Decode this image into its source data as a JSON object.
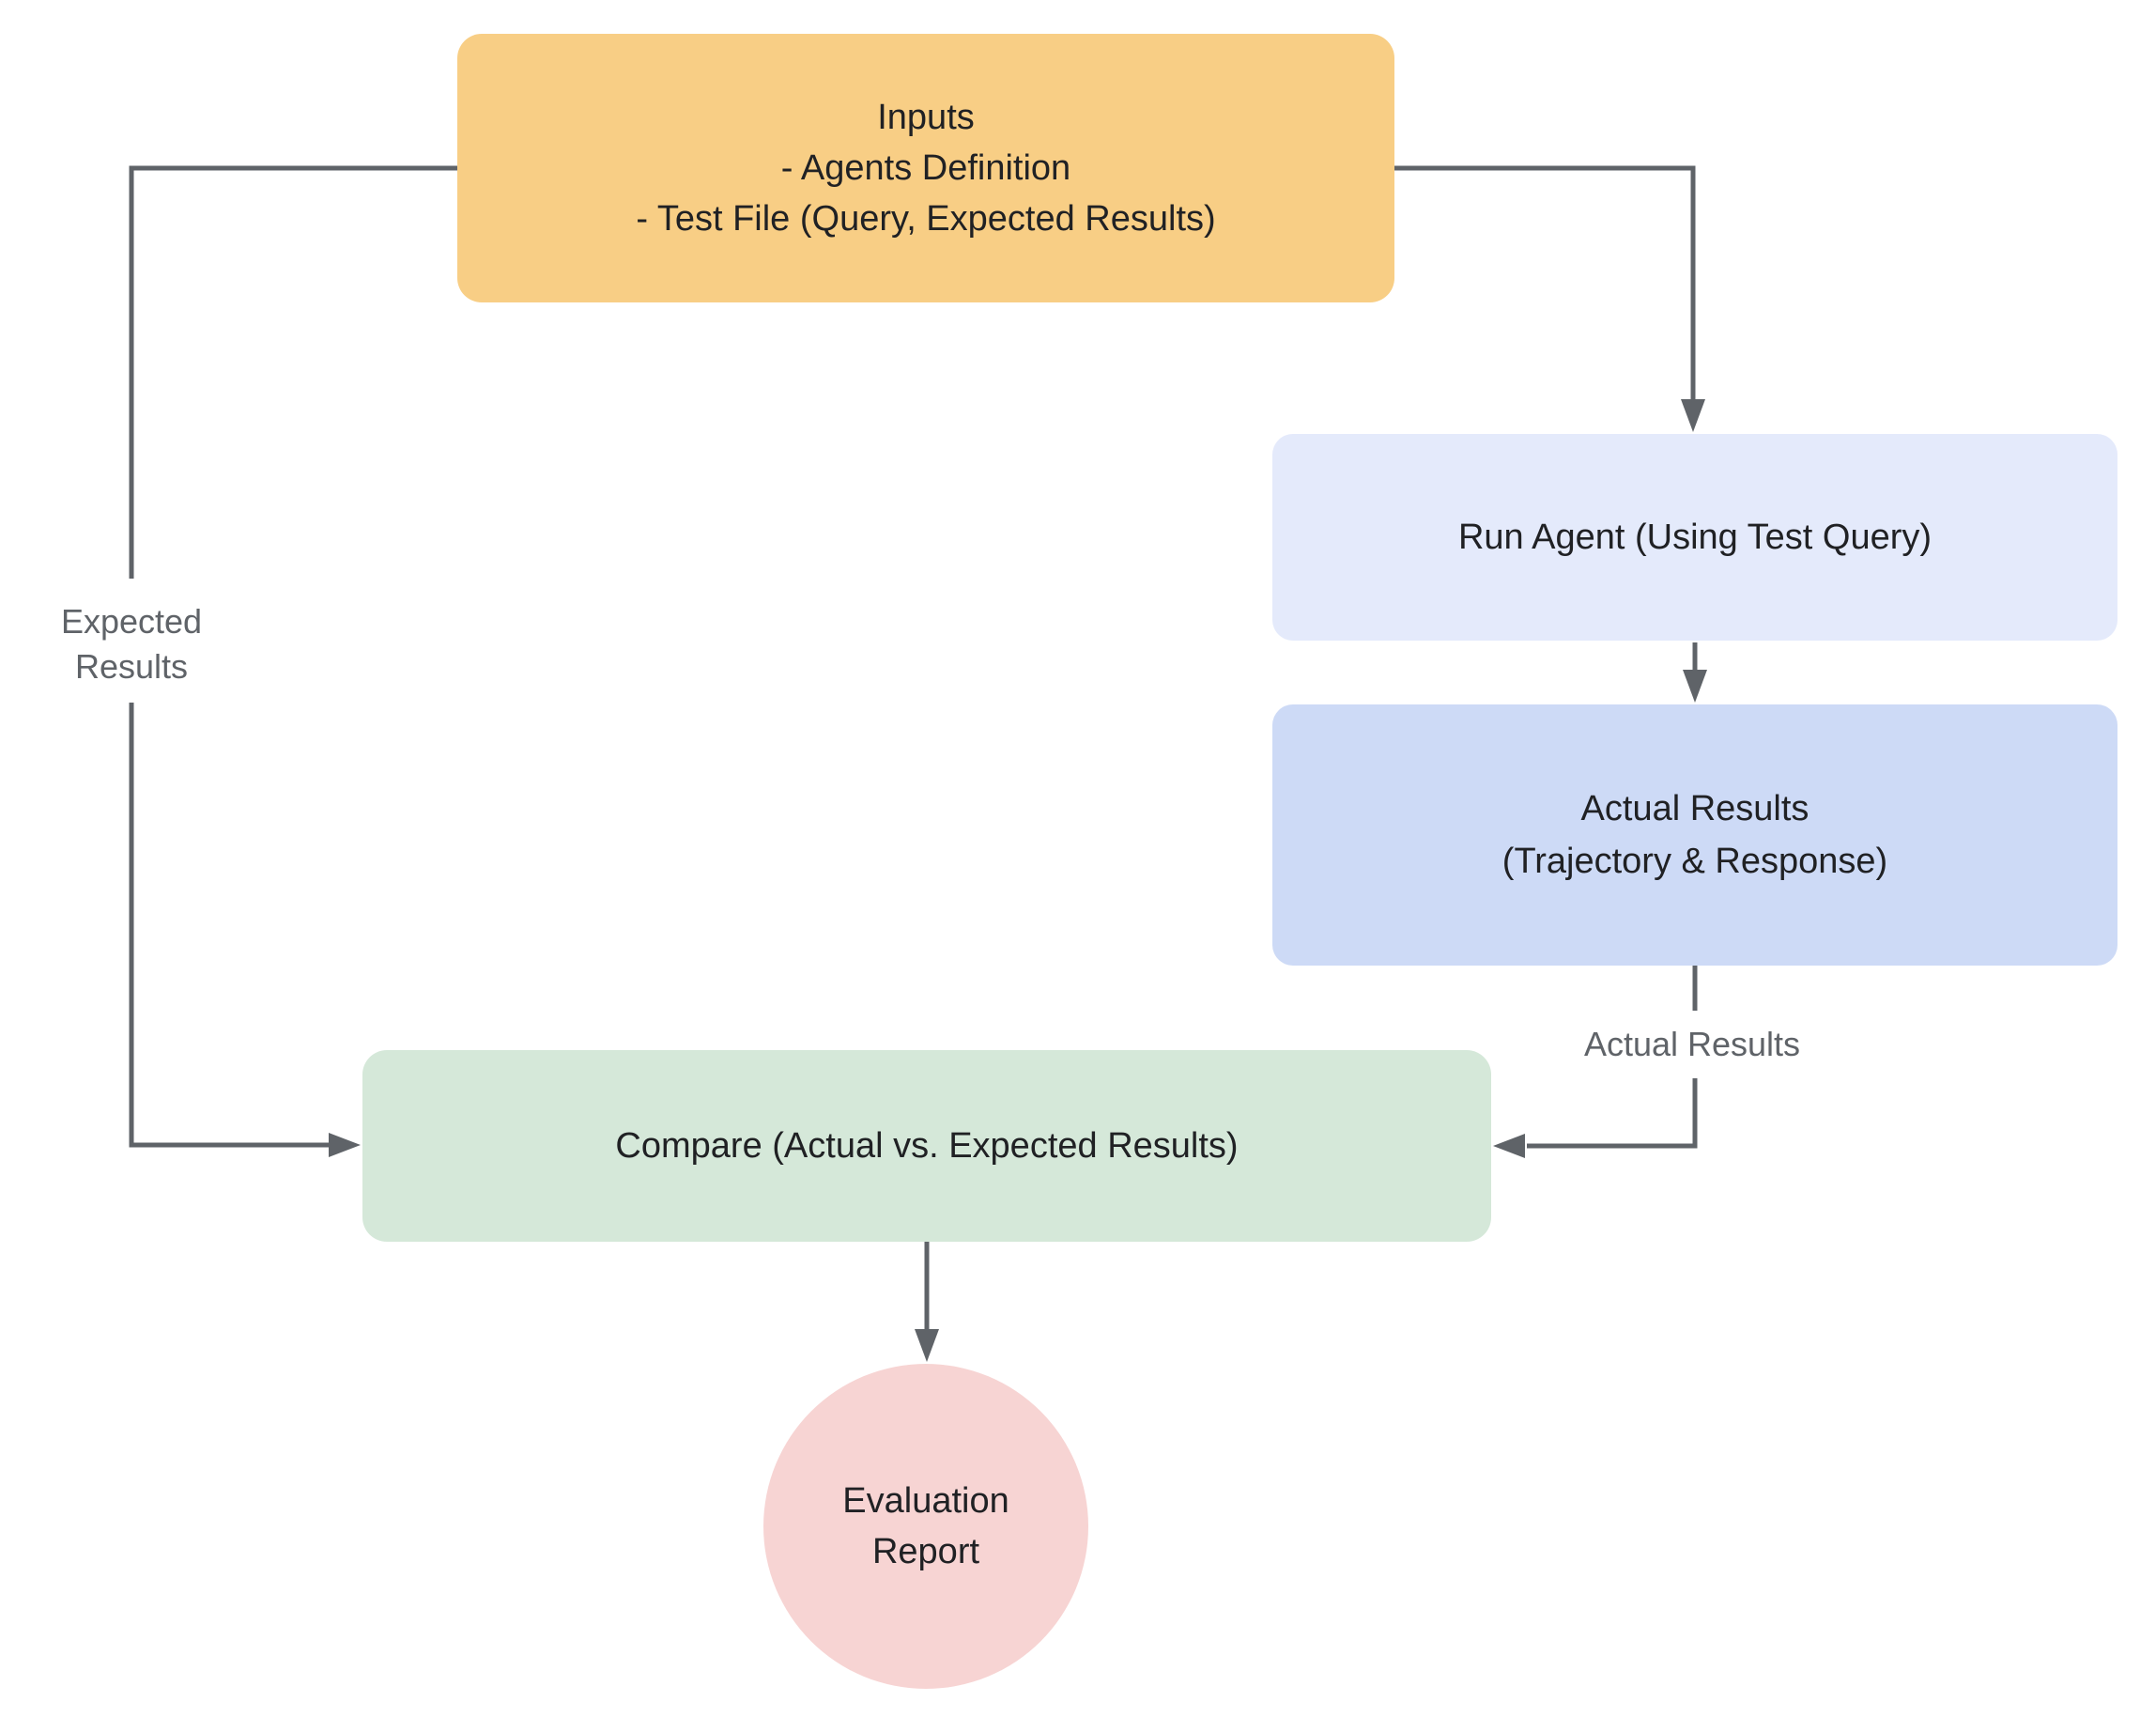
{
  "nodes": {
    "inputs": {
      "lines": [
        "Inputs",
        "- Agents Definition",
        "- Test File (Query, Expected Results)"
      ]
    },
    "run_agent": {
      "label": "Run Agent (Using Test Query)"
    },
    "actual_results": {
      "lines": [
        "Actual Results",
        "(Trajectory & Response)"
      ]
    },
    "compare": {
      "label": "Compare (Actual vs. Expected Results)"
    },
    "evaluation_report": {
      "lines": [
        "Evaluation",
        "Report"
      ]
    }
  },
  "edge_labels": {
    "expected_results": {
      "lines": [
        "Expected",
        "Results"
      ]
    },
    "actual_results": "Actual Results"
  },
  "colors": {
    "inputs_fill": "#F8CE85",
    "run_agent_fill": "#E4EAFB",
    "actual_results_fill": "#CDDAF6",
    "compare_fill": "#D5E8D9",
    "evaluation_fill": "#F7D4D3",
    "connector": "#5F6368",
    "node_text": "#202124",
    "label_text": "#5F6368",
    "background": "#FFFFFF"
  }
}
